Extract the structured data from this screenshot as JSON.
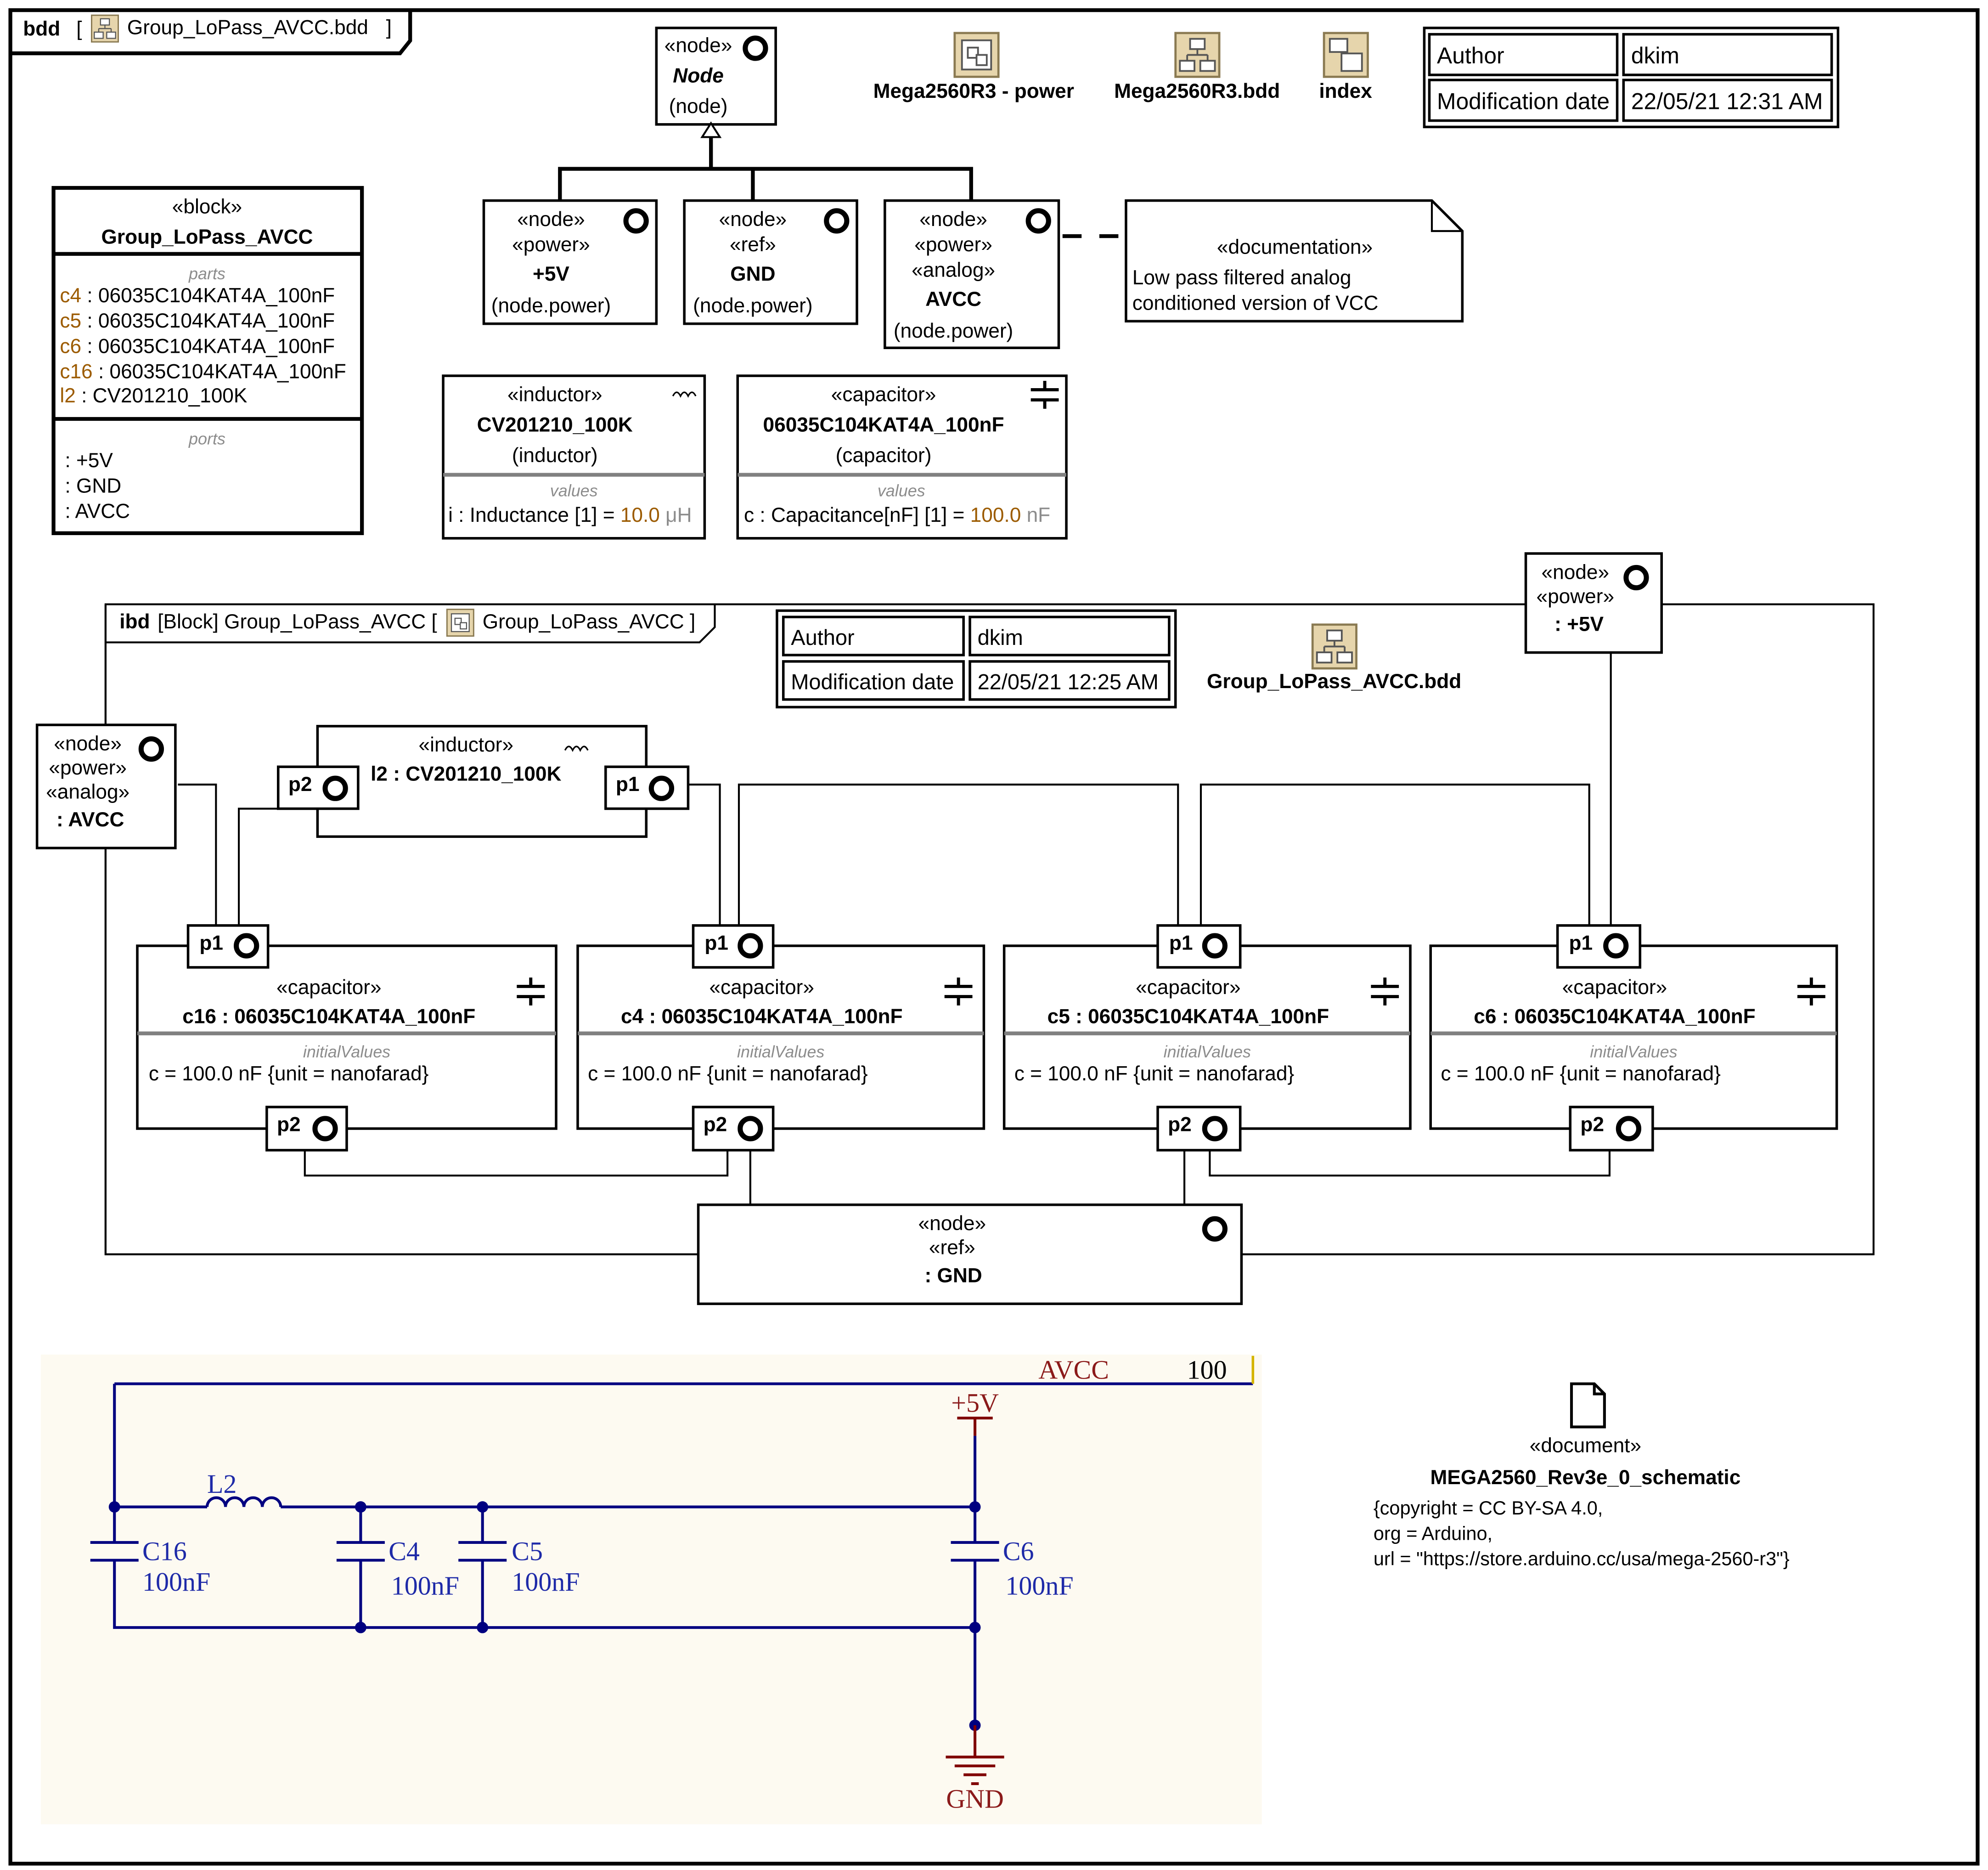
{
  "bdd_frame": {
    "kind": "bdd",
    "name": "Group_LoPass_AVCC.bdd"
  },
  "bdd_info": {
    "author_label": "Author",
    "author": "dkim",
    "date_label": "Modification date",
    "date": "22/05/21 12:31 AM"
  },
  "links": [
    {
      "label": "Mega2560R3 - power",
      "icon": "internal-diagram-icon"
    },
    {
      "label": "Mega2560R3.bdd",
      "icon": "block-diagram-icon"
    },
    {
      "label": "index",
      "icon": "package-diagram-icon"
    }
  ],
  "node_type": {
    "stereo": "«node»",
    "name": "Node",
    "type": "(node)"
  },
  "nodes": [
    {
      "stereo1": "«node»",
      "stereo2": "«power»",
      "name": "+5V",
      "type": "(node.power)"
    },
    {
      "stereo1": "«node»",
      "stereo2": "«ref»",
      "name": "GND",
      "type": "(node.power)"
    },
    {
      "stereo1": "«node»",
      "stereo2": "«power»",
      "stereo3": "«analog»",
      "name": "AVCC",
      "type": "(node.power)"
    }
  ],
  "documentation": {
    "stereo": "«documentation»",
    "line1": "Low pass filtered analog",
    "line2": "conditioned version of VCC"
  },
  "block": {
    "stereo": "«block»",
    "name": "Group_LoPass_AVCC",
    "parts_label": "parts",
    "parts": [
      {
        "name": "c4",
        "type": " : 06035C104KAT4A_100nF"
      },
      {
        "name": "c5",
        "type": " : 06035C104KAT4A_100nF"
      },
      {
        "name": "c6",
        "type": " : 06035C104KAT4A_100nF"
      },
      {
        "name": "c16",
        "type": " : 06035C104KAT4A_100nF"
      },
      {
        "name": "l2",
        "type": " : CV201210_100K"
      }
    ],
    "ports_label": "ports",
    "ports": [
      ": +5V",
      ": GND",
      ": AVCC"
    ]
  },
  "inductor_type": {
    "stereo": "«inductor»",
    "name": "CV201210_100K",
    "type": "(inductor)",
    "values_label": "values",
    "prop": "i : Inductance [1] = ",
    "value": "10.0",
    "unit": " μH"
  },
  "capacitor_type": {
    "stereo": "«capacitor»",
    "name": "06035C104KAT4A_100nF",
    "type": "(capacitor)",
    "values_label": "values",
    "prop": "c : Capacitance[nF] [1] = ",
    "value": "100.0",
    "unit": " nF"
  },
  "ibd_frame": {
    "kind": "ibd",
    "name": "[Block] Group_LoPass_AVCC [",
    "diagram": "Group_LoPass_AVCC ]"
  },
  "ibd_info": {
    "author_label": "Author",
    "author": "dkim",
    "date_label": "Modification date",
    "date": "22/05/21 12:25 AM"
  },
  "ibd_link": {
    "label": "Group_LoPass_AVCC.bdd"
  },
  "ibd_nodes": {
    "plus5v": {
      "s1": "«node»",
      "s2": "«power»",
      "name": ": +5V"
    },
    "avcc": {
      "s1": "«node»",
      "s2": "«power»",
      "s3": "«analog»",
      "name": ": AVCC"
    },
    "gnd": {
      "s1": "«node»",
      "s2": "«ref»",
      "name": ": GND"
    }
  },
  "ibd_inductor": {
    "stereo": "«inductor»",
    "name": "l2 : CV201210_100K",
    "p1": "p1",
    "p2": "p2"
  },
  "ibd_caps": [
    {
      "name": "c16 : 06035C104KAT4A_100nF"
    },
    {
      "name": "c4 : 06035C104KAT4A_100nF"
    },
    {
      "name": "c5 : 06035C104KAT4A_100nF"
    },
    {
      "name": "c6 : 06035C104KAT4A_100nF"
    }
  ],
  "ibd_cap_common": {
    "stereo": "«capacitor»",
    "iv_label": "initialValues",
    "value": "c = 100.0 nF {unit = nanofarad}",
    "p1": "p1",
    "p2": "p2"
  },
  "schematic": {
    "net_avcc": "AVCC",
    "net_num": "100",
    "plus5v": "+5V",
    "gnd": "GND",
    "l2": "L2",
    "caps": [
      {
        "ref": "C16",
        "val": "100nF"
      },
      {
        "ref": "C4",
        "val": "100nF"
      },
      {
        "ref": "C5",
        "val": "100nF"
      },
      {
        "ref": "C6",
        "val": "100nF"
      }
    ]
  },
  "document": {
    "stereo": "«document»",
    "name": "MEGA2560_Rev3e_0_schematic",
    "line1": "{copyright = CC BY-SA 4.0,",
    "line2": "org = Arduino,",
    "line3": "url = \"https://store.arduino.cc/usa/mega-2560-r3\"}"
  },
  "colors": {
    "schematic_bg": "#fdfaf1",
    "schematic_wire": "#000080",
    "schematic_power": "#800000",
    "value_brown": "#9c5b00",
    "icon_tan": "#e6d5ac"
  }
}
